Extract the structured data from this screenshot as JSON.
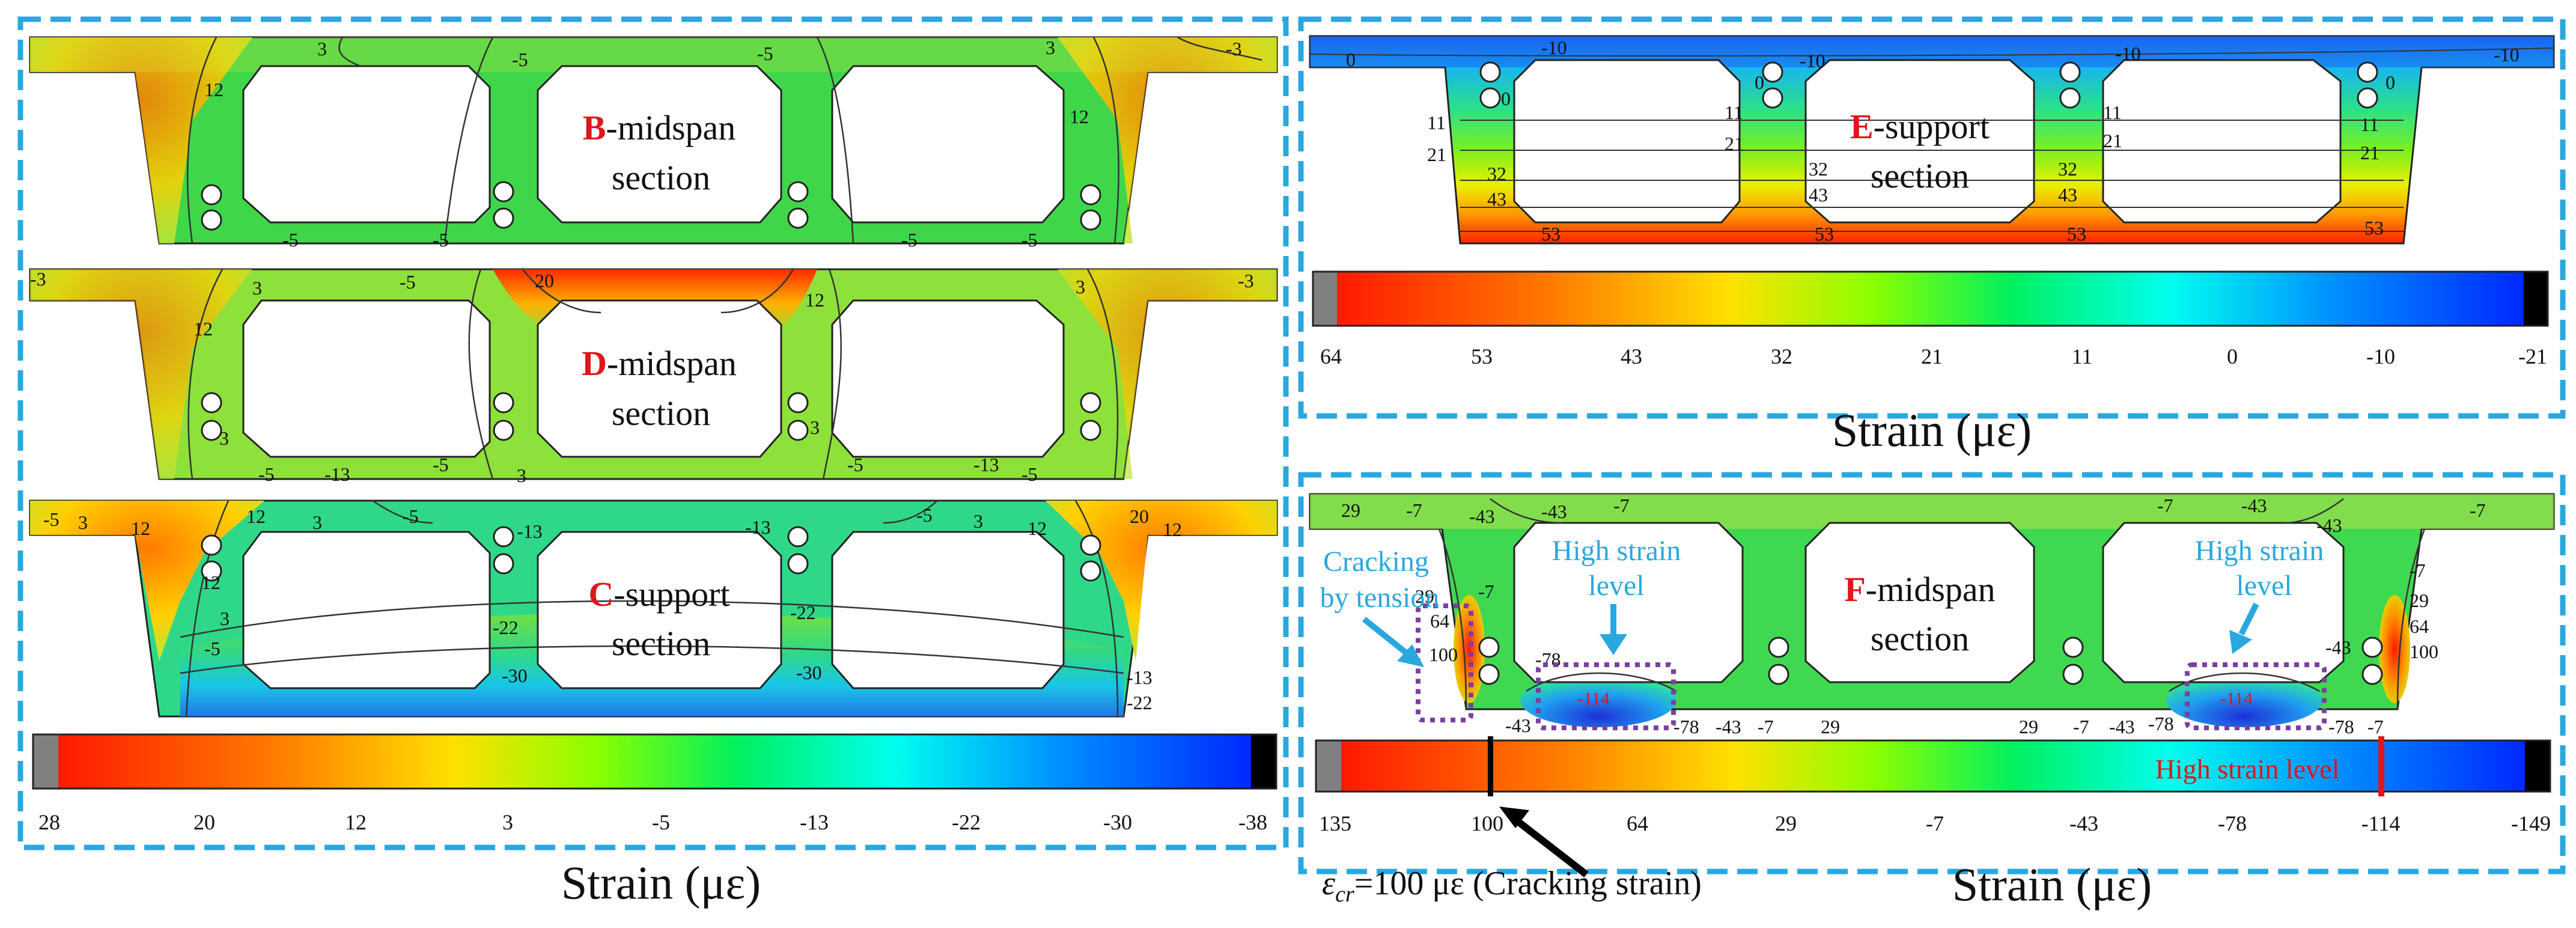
{
  "colors": {
    "frame": "#29a8e0",
    "letter": "#e0161b",
    "annotation": "#29a8e0",
    "dotted_box": "#7b3fa0",
    "high_strain_marker": "#e0161b",
    "cracking_marker": "#000000",
    "contour_stops": [
      "#ff1a00",
      "#ff6a00",
      "#ffb000",
      "#ffff00",
      "#8cff00",
      "#00ff7f",
      "#00ffff",
      "#0080ff",
      "#0020ff"
    ]
  },
  "panels": {
    "left": {
      "sections": [
        {
          "letter": "B",
          "title_rest": "-midspan",
          "title_line2": "section",
          "field_fill": "#3fd64a",
          "contour_labels": [
            "12",
            "3",
            "-5",
            "-5",
            "3",
            "-3",
            "12",
            "-5",
            "-5",
            "-5",
            "-5"
          ]
        },
        {
          "letter": "D",
          "title_rest": "-midspan",
          "title_line2": "section",
          "field_fill": "#8ee03a",
          "contour_labels": [
            "-3",
            "3",
            "-5",
            "20",
            "12",
            "3",
            "-3",
            "12",
            "3",
            "-5",
            "-13",
            "-5",
            "3",
            "-5",
            "-13",
            "-5",
            "3"
          ]
        },
        {
          "letter": "C",
          "title_rest": "-support",
          "title_line2": "section",
          "field_fill": "#2fd889",
          "contour_labels": [
            "-5",
            "3",
            "12",
            "12",
            "3",
            "-5",
            "-13",
            "-13",
            "-5",
            "3",
            "12",
            "20",
            "12",
            "12",
            "3",
            "-5",
            "-22",
            "-30",
            "-22",
            "-30",
            "-13",
            "-22"
          ]
        }
      ],
      "colorbar": {
        "ticks": [
          "28",
          "20",
          "12",
          "3",
          "-5",
          "-13",
          "-22",
          "-30",
          "-38"
        ],
        "label": "Strain (με)"
      }
    },
    "right_top": {
      "section": {
        "letter": "E",
        "title_rest": "-support",
        "title_line2": "section",
        "contour_labels": [
          "0",
          "-10",
          "0",
          "-10",
          "-10",
          "-10",
          "0",
          "0",
          "11",
          "21",
          "11",
          "21",
          "32",
          "43",
          "32",
          "43",
          "11",
          "21",
          "11",
          "21",
          "32",
          "43",
          "53",
          "53",
          "53",
          "53"
        ]
      },
      "colorbar": {
        "ticks": [
          "64",
          "53",
          "43",
          "32",
          "21",
          "11",
          "0",
          "-10",
          "-21"
        ],
        "label": "Strain (με)"
      }
    },
    "right_bottom": {
      "section": {
        "letter": "F",
        "title_rest": "-midspan",
        "title_line2": "section",
        "contour_labels": [
          "29",
          "-7",
          "-43",
          "-43",
          "-7",
          "-7",
          "-43",
          "-43",
          "-7",
          "-7",
          "29",
          "64",
          "100",
          "-78",
          "-43",
          "-7",
          "29",
          "64",
          "100",
          "-43",
          "-78",
          "-43",
          "-7",
          "29",
          "29",
          "-7",
          "-43",
          "-78",
          "-78",
          "-7"
        ],
        "box_values": [
          "-114",
          "-114"
        ]
      },
      "annotations": {
        "cracking": [
          "Cracking",
          "by tension"
        ],
        "high_strain_left": [
          "High strain",
          "level"
        ],
        "high_strain_right": [
          "High strain",
          "level"
        ],
        "high_strain_bar": "High strain level"
      },
      "colorbar": {
        "ticks": [
          "135",
          "100",
          "64",
          "29",
          "-7",
          "-43",
          "-78",
          "-114",
          "-149"
        ],
        "label": "Strain (με)"
      },
      "cracking_strain_note": {
        "symbol": "ε",
        "subscript": "cr",
        "text": "=100 με (Cracking strain)"
      }
    }
  }
}
